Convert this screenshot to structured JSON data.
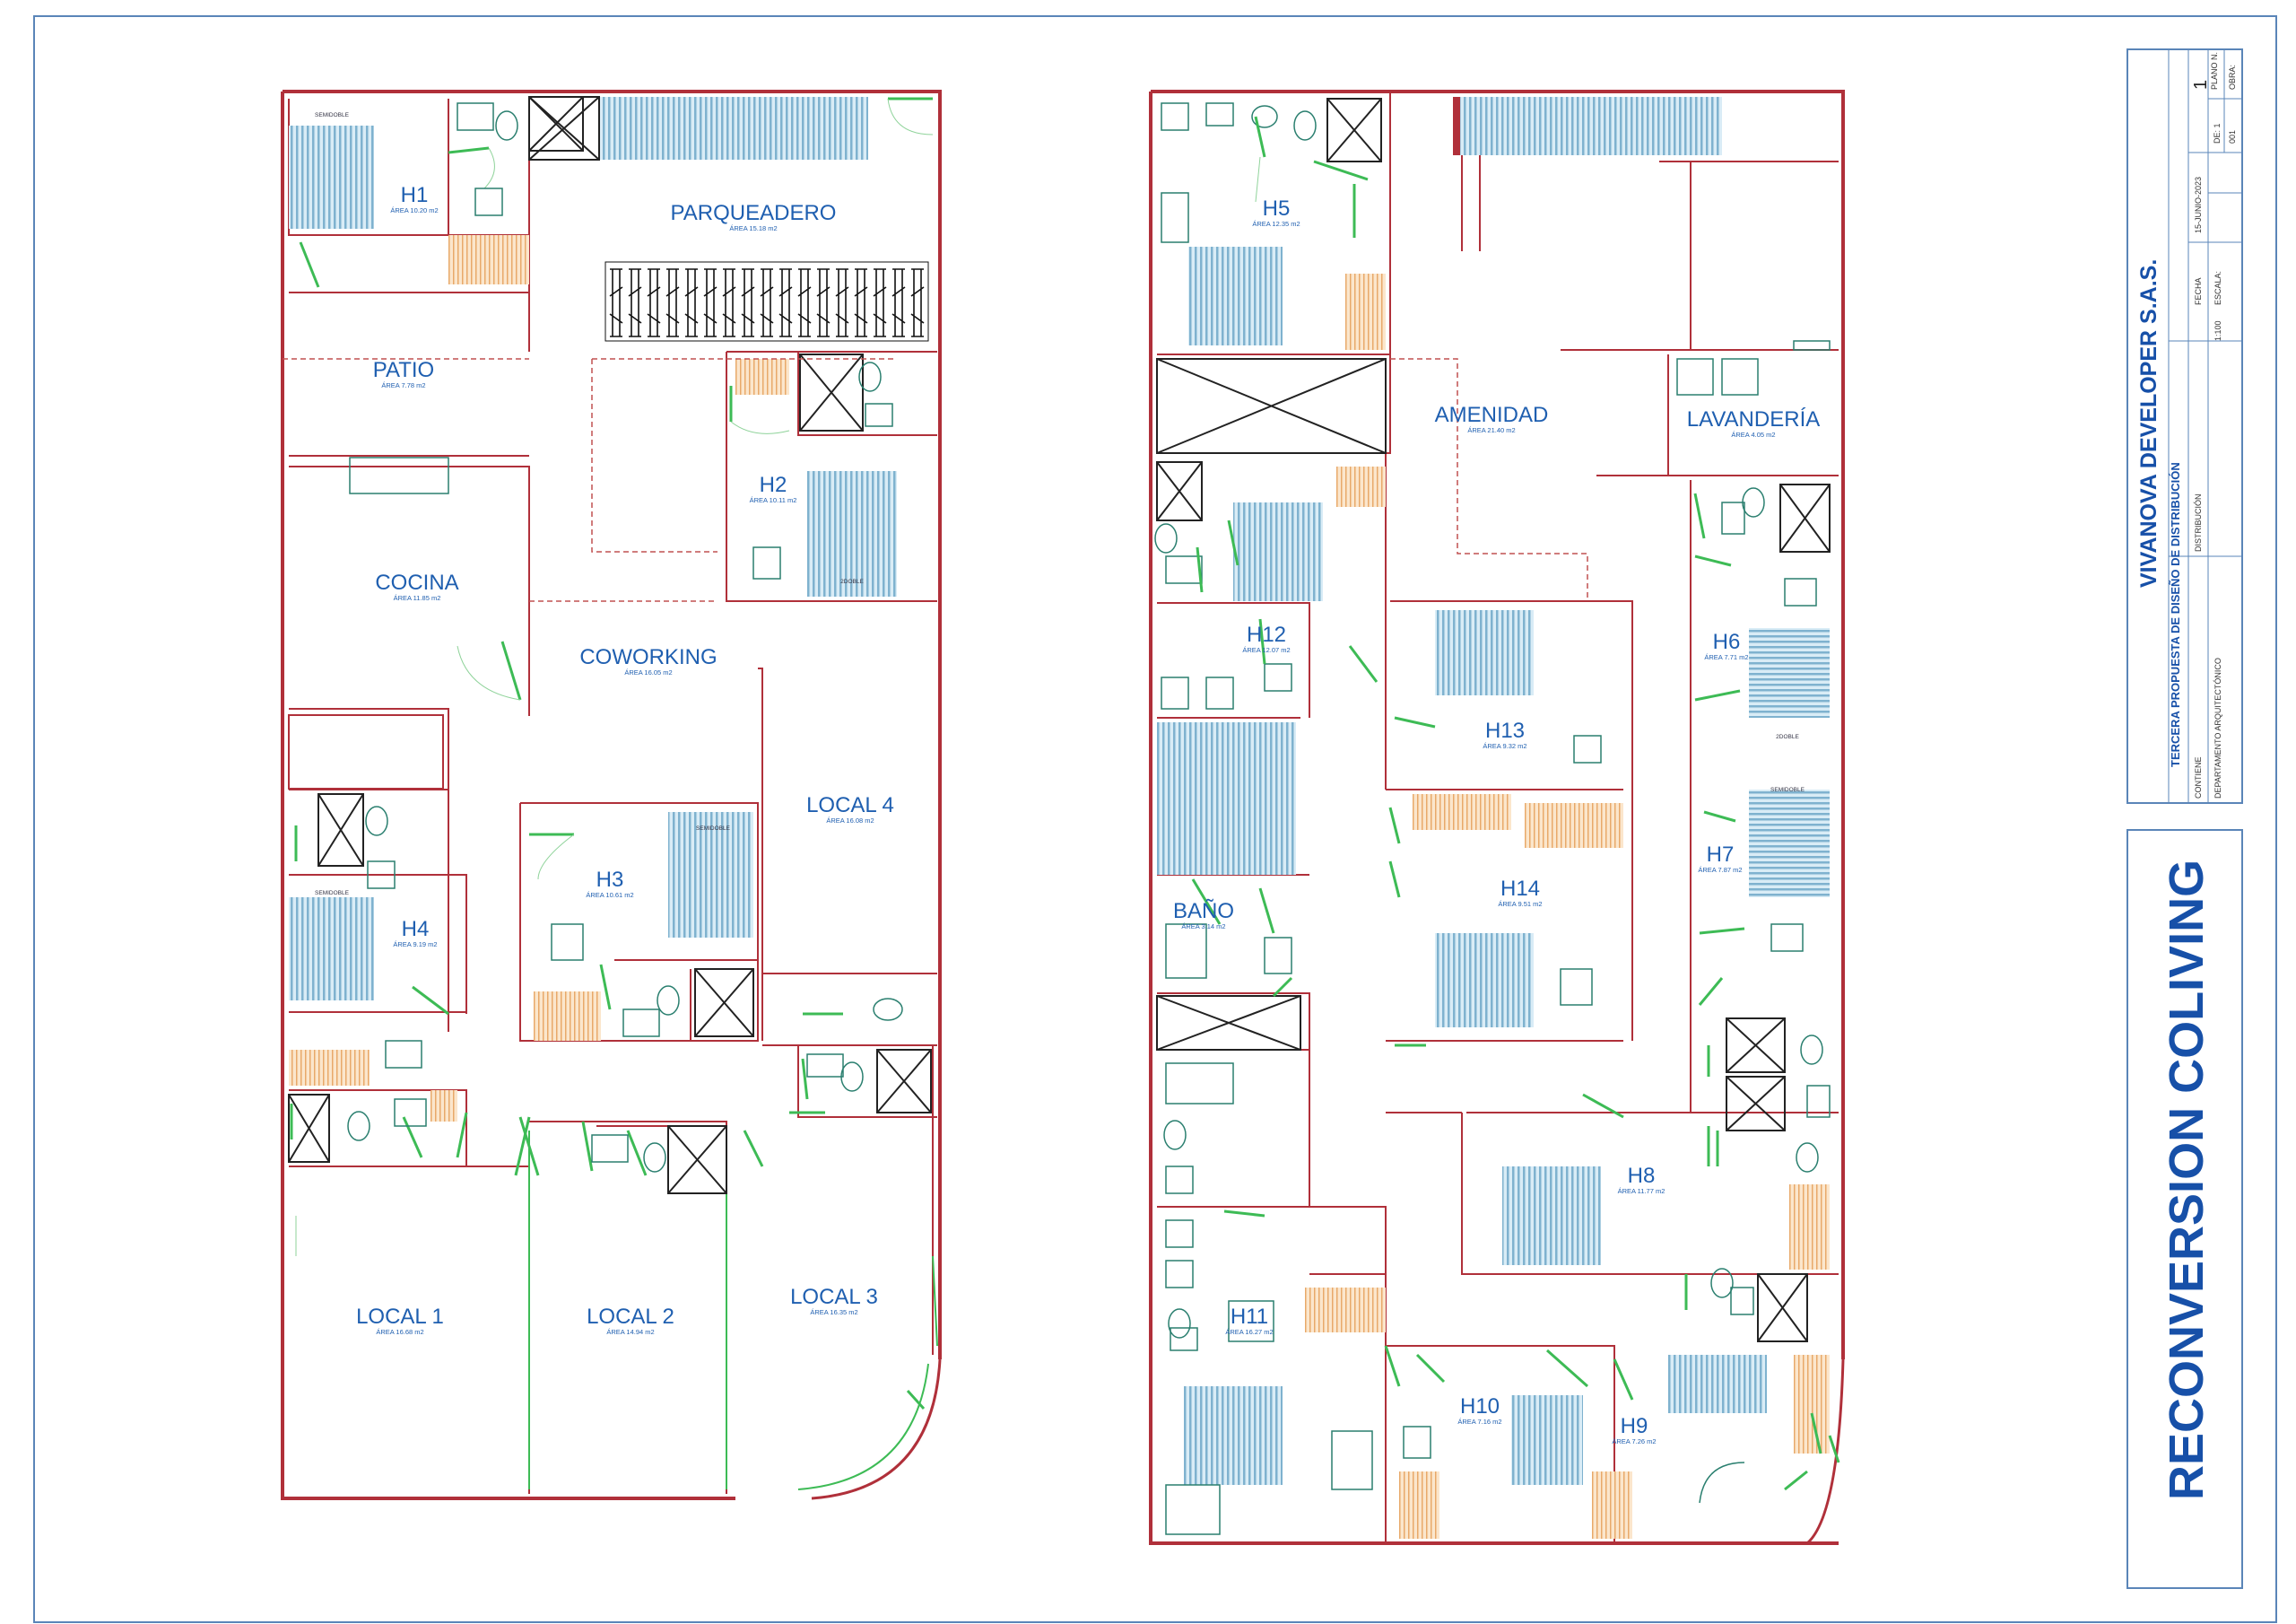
{
  "rooms": {
    "h1": {
      "name": "H1",
      "area": "ÁREA 10.20 m2"
    },
    "parqueadero": {
      "name": "PARQUEADERO",
      "area": "ÁREA 15.18 m2"
    },
    "patio": {
      "name": "PATIO",
      "area": "ÁREA 7.78 m2"
    },
    "h2": {
      "name": "H2",
      "area": "ÁREA 10.11 m2"
    },
    "cocina": {
      "name": "COCINA",
      "area": "ÁREA 11.85 m2"
    },
    "coworking": {
      "name": "COWORKING",
      "area": "ÁREA 16.05 m2"
    },
    "local4": {
      "name": "LOCAL 4",
      "area": "ÁREA 16.08 m2"
    },
    "h3": {
      "name": "H3",
      "area": "ÁREA 10.61 m2"
    },
    "h4": {
      "name": "H4",
      "area": "ÁREA 9.19 m2"
    },
    "local1": {
      "name": "LOCAL 1",
      "area": "ÁREA 16.68 m2"
    },
    "local2": {
      "name": "LOCAL 2",
      "area": "ÁREA 14.94 m2"
    },
    "local3": {
      "name": "LOCAL 3",
      "area": "ÁREA 16.35 m2"
    },
    "h5": {
      "name": "H5",
      "area": "ÁREA 12.35 m2"
    },
    "amenidad": {
      "name": "AMENIDAD",
      "area": "ÁREA 21.40 m2"
    },
    "lavanderia": {
      "name": "LAVANDERÍA",
      "area": "ÁREA 4.05 m2"
    },
    "h12": {
      "name": "H12",
      "area": "ÁREA 12.07 m2"
    },
    "h13": {
      "name": "H13",
      "area": "ÁREA 9.32 m2"
    },
    "h6": {
      "name": "H6",
      "area": "ÁREA 7.71 m2"
    },
    "h7": {
      "name": "H7",
      "area": "ÁREA 7.87 m2"
    },
    "h14": {
      "name": "H14",
      "area": "ÁREA 9.51 m2"
    },
    "bano": {
      "name": "BAÑO",
      "area": "ÁREA 3.14 m2"
    },
    "h8": {
      "name": "H8",
      "area": "ÁREA 11.77 m2"
    },
    "h11": {
      "name": "H11",
      "area": "ÁREA 16.27 m2"
    },
    "h10": {
      "name": "H10",
      "area": "ÁREA 7.16 m2"
    },
    "h9": {
      "name": "H9",
      "area": "ÁREA 7.26 m2"
    }
  },
  "bed_tags": {
    "semidoble": "SEMIDOBLE",
    "doble": "2DOBLE"
  },
  "title_block": {
    "company": "VIVANOVA DEVELOPER S.A.S.",
    "subtitle": "TERCERA PROPUESTA DE DISEÑO DE DISTRIBUCIÓN",
    "project_title": "RECONVERSION COLIVING",
    "plano_label": "PLANO N.",
    "plano_number": "1",
    "de_label": "DE: 1",
    "obra_label": "OBRA:",
    "obra_value": "001",
    "fecha_label": "FECHA",
    "fecha_value": "15-JUNIO-2023",
    "escala_label": "ESCALA:",
    "escala_value": "1:100",
    "contiene_label": "CONTIENE",
    "contiene_value": "DISTRIBUCIÓN",
    "depto_label": "DEPARTAMENTO ARQUITECTÓNICO"
  },
  "colors": {
    "wall": "#b0303a",
    "door": "#3dbb55",
    "label": "#1f5fb0",
    "fixture": "#2a7f6f",
    "bed": "#7fb2cf",
    "title": "#1750a8"
  }
}
